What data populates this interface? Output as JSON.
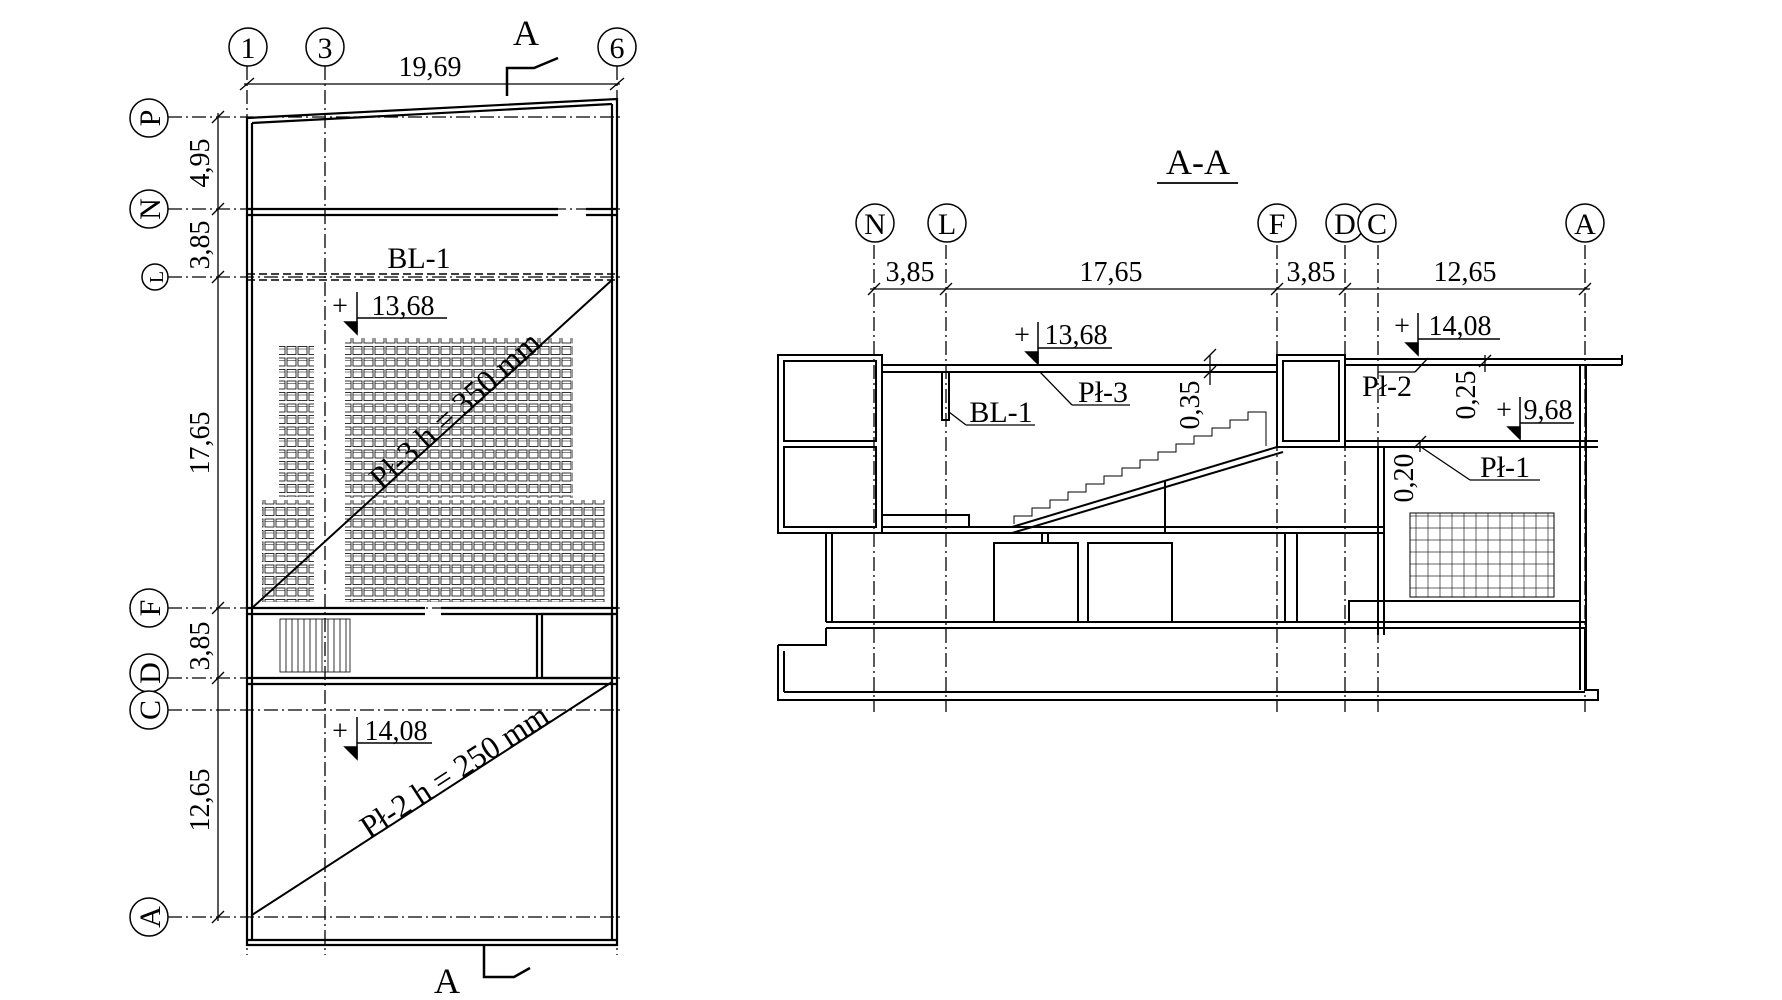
{
  "plan": {
    "axes_vertical": [
      "1",
      "3",
      "6"
    ],
    "axes_horizontal": [
      "P",
      "N",
      "L",
      "F",
      "D",
      "C",
      "A"
    ],
    "dim_top": "19,69",
    "dims_left": [
      "4,95",
      "3,85",
      "17,65",
      "3,85",
      "12,65"
    ],
    "bl_label": "BL-1",
    "level_upper": "13,68",
    "level_lower": "14,08",
    "plus_sign": "+",
    "slab_upper": "Pł-3  h = 350 mm",
    "slab_lower": "Pł-2  h = 250 mm",
    "section_marker": "A"
  },
  "section": {
    "title": "A-A",
    "axes": [
      "N",
      "L",
      "F",
      "D",
      "C",
      "A"
    ],
    "dims": [
      "3,85",
      "17,65",
      "3,85",
      "12,65"
    ],
    "level_left": "13,68",
    "level_right_top": "14,08",
    "level_right_mid": "9,68",
    "plus_sign": "+",
    "labels": {
      "bl1": "BL-1",
      "pl3": "Pł-3",
      "pl2": "Pł-2",
      "pl1": "Pł-1",
      "t035": "0,35",
      "t025": "0,25",
      "t020": "0,20"
    }
  }
}
